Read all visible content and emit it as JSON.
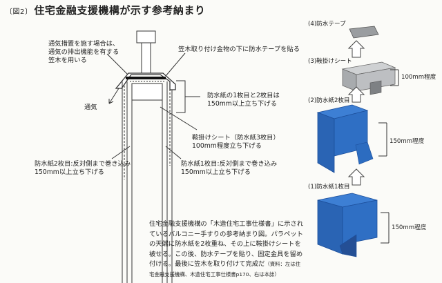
{
  "title": {
    "fig": "〔図2〕",
    "text": "住宅金融支援機構が示す参考納まり"
  },
  "labels": {
    "vent_note": [
      "通気措置を施す場合は、",
      "通気の排出機能を有する",
      "笠木を用いる"
    ],
    "tape_under": "笠木取り付け金物の下に防水テープを貼る",
    "airflow": "通気",
    "paper_rise": [
      "防水紙の1枚目と2枚目は",
      "150mm以上立ち下げる"
    ],
    "saddle_sheet": [
      "鞍掛けシート（防水紙3枚目）",
      "100mm程度立ち下げる"
    ],
    "paper2": [
      "防水紙2枚目:反対側まで巻き込み",
      "150mm以上立ち下げる"
    ],
    "paper1": [
      "防水紙1枚目:反対側まで巻き込み",
      "150mm以上立ち下げる"
    ]
  },
  "steps": {
    "s4": "(4)防水テープ",
    "s3": "(3)鞍掛けシート",
    "s3_dim": "100mm程度",
    "s2": "(2)防水紙2枚目",
    "s2_dim": "150mm程度",
    "s1": "(1)防水紙1枚目",
    "s1_dim": "150mm程度"
  },
  "description": {
    "body": "住宅金融支援機構の「木造住宅工事仕様書」に示されているバルコニー手すりの参考納まり図。パラペットの天端に防水紙を2枚重ね、その上に鞍掛けシートを被せる。この後、防水テープを貼り、固定金具を留め付ける。最後に笠木を取り付けて完成だ",
    "source": "（資料：左は住宅金融支援機構、木造住宅工事仕様書p170、右は本誌）"
  },
  "colors": {
    "blue": "#2f6fc4",
    "blue_dark": "#1c4e9a",
    "gray": "#b9bbbd",
    "gray_dark": "#8d9093"
  }
}
